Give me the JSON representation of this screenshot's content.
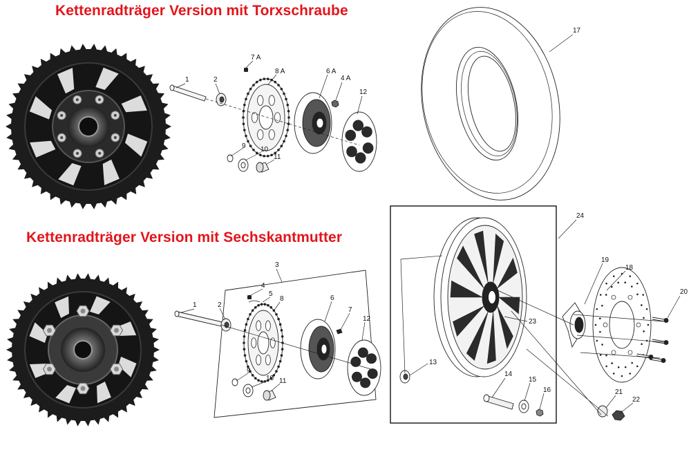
{
  "headings": {
    "torx": "Kettenradträger Version mit Torxschraube",
    "hex": "Kettenradträger Version mit Sechskantmutter"
  },
  "callouts": [
    {
      "id": "c1a",
      "text": "1"
    },
    {
      "id": "c2a",
      "text": "2"
    },
    {
      "id": "c7A",
      "text": "7 A"
    },
    {
      "id": "c8A",
      "text": "8 A"
    },
    {
      "id": "c6A",
      "text": "6 A"
    },
    {
      "id": "c4A",
      "text": "4 A"
    },
    {
      "id": "c12a",
      "text": "12"
    },
    {
      "id": "c9a",
      "text": "9"
    },
    {
      "id": "c10a",
      "text": "10"
    },
    {
      "id": "c11a",
      "text": "11"
    },
    {
      "id": "c17",
      "text": "17"
    },
    {
      "id": "c24",
      "text": "24"
    },
    {
      "id": "c19",
      "text": "19"
    },
    {
      "id": "c18",
      "text": "18"
    },
    {
      "id": "c20",
      "text": "20"
    },
    {
      "id": "c23",
      "text": "23"
    },
    {
      "id": "c3",
      "text": "3"
    },
    {
      "id": "c4",
      "text": "4"
    },
    {
      "id": "c5",
      "text": "5"
    },
    {
      "id": "c8",
      "text": "8"
    },
    {
      "id": "c6",
      "text": "6"
    },
    {
      "id": "c7",
      "text": "7"
    },
    {
      "id": "c1b",
      "text": "1"
    },
    {
      "id": "c2b",
      "text": "2"
    },
    {
      "id": "c12b",
      "text": "12"
    },
    {
      "id": "c9b",
      "text": "9"
    },
    {
      "id": "c10b",
      "text": "10"
    },
    {
      "id": "c11b",
      "text": "11"
    },
    {
      "id": "c13",
      "text": "13"
    },
    {
      "id": "c14",
      "text": "14"
    },
    {
      "id": "c15",
      "text": "15"
    },
    {
      "id": "c16",
      "text": "16"
    },
    {
      "id": "c21",
      "text": "21"
    },
    {
      "id": "c22",
      "text": "22"
    }
  ],
  "colors": {
    "heading": "#e3141b",
    "ink": "#222222",
    "sprocket": "#1a1a1a"
  }
}
